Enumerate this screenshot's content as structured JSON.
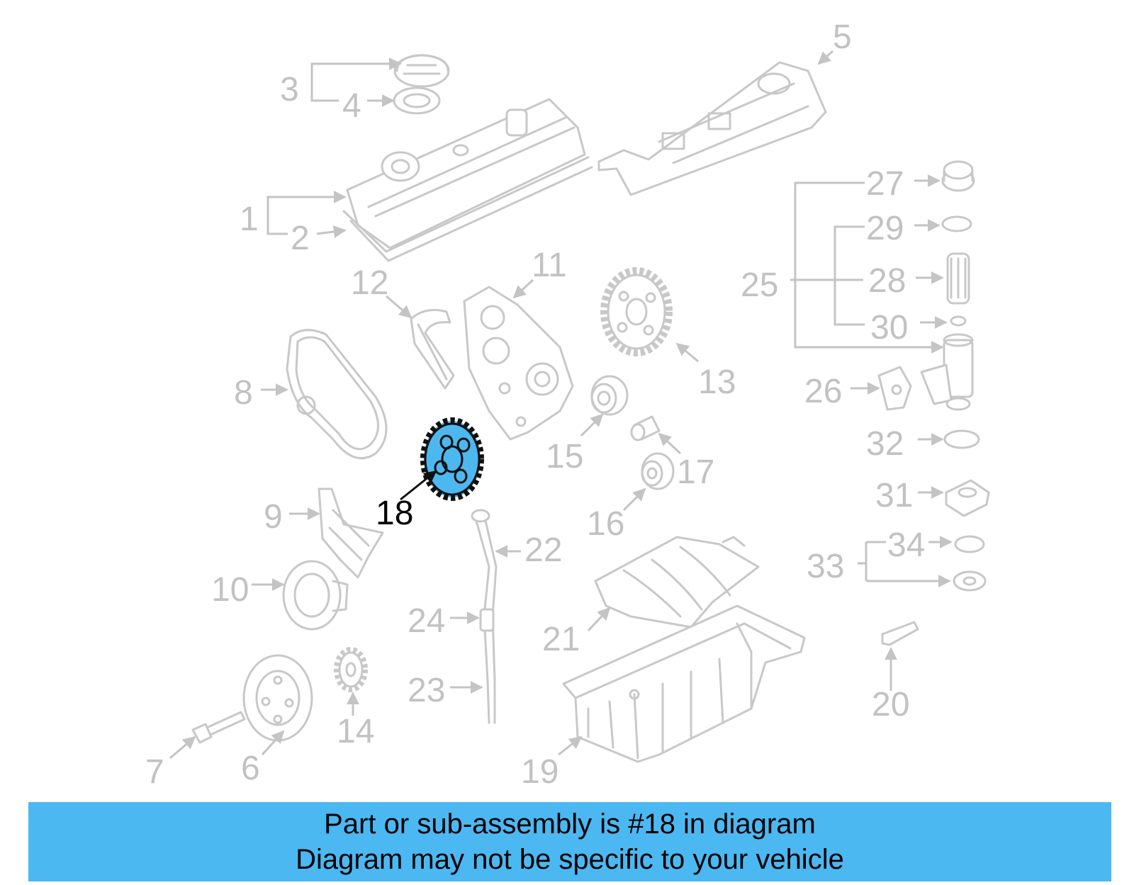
{
  "callouts": {
    "n1": "1",
    "n2": "2",
    "n3": "3",
    "n4": "4",
    "n5": "5",
    "n6": "6",
    "n7": "7",
    "n8": "8",
    "n9": "9",
    "n10": "10",
    "n11": "11",
    "n12": "12",
    "n13": "13",
    "n14": "14",
    "n15": "15",
    "n16": "16",
    "n17": "17",
    "n18": "18",
    "n19": "19",
    "n20": "20",
    "n21": "21",
    "n22": "22",
    "n23": "23",
    "n24": "24",
    "n25": "25",
    "n26": "26",
    "n27": "27",
    "n28": "28",
    "n29": "29",
    "n30": "30",
    "n31": "31",
    "n32": "32",
    "n33": "33",
    "n34": "34"
  },
  "highlighted_part": "18",
  "colors": {
    "highlight": "#4db8f0",
    "banner": "#4cb8f2",
    "muted": "#c4c4c4"
  },
  "banner": {
    "line1": "Part or sub-assembly is #18 in diagram",
    "line2": "Diagram may not be specific to your vehicle"
  }
}
